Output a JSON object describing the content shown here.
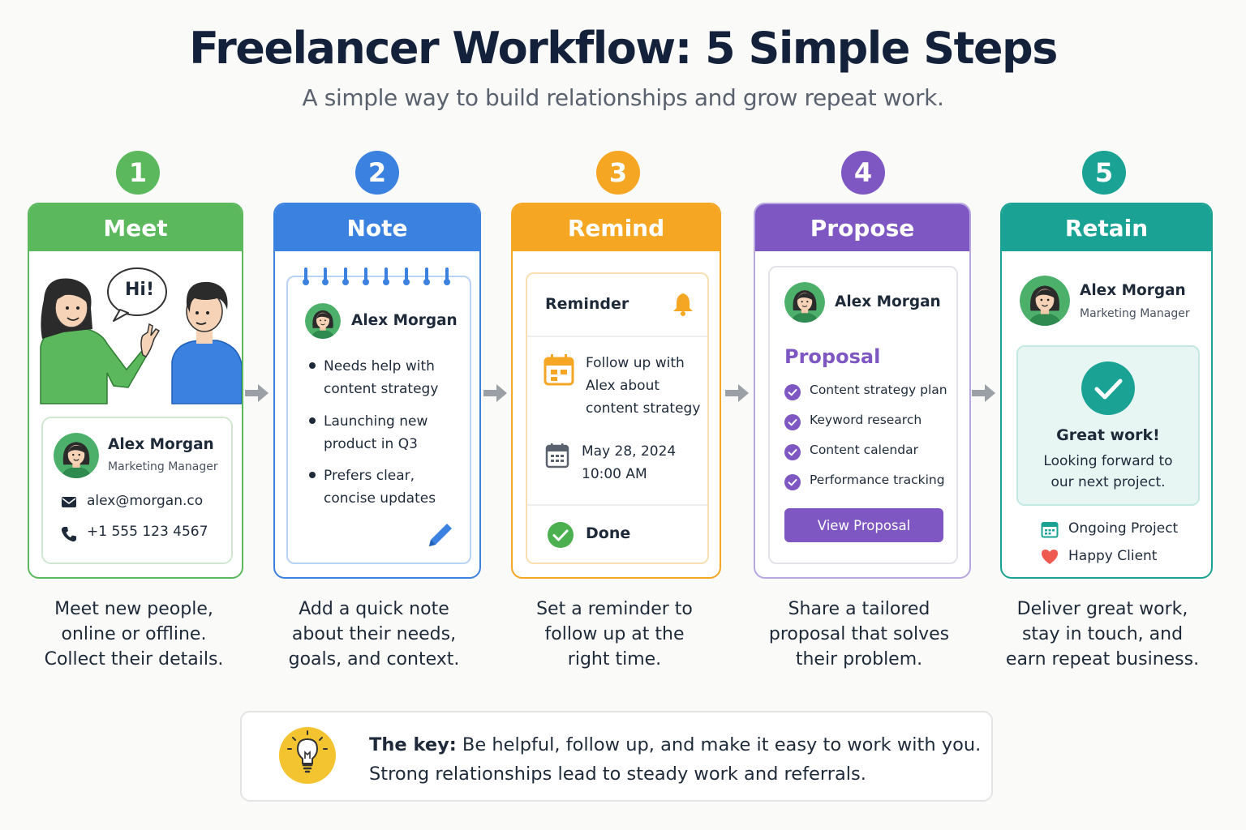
{
  "header": {
    "title": "Freelancer Workflow: 5 Simple Steps",
    "subtitle": "A simple way to build relationships and grow repeat work."
  },
  "colors": {
    "meet": "#5cb85c",
    "note": "#3b82e0",
    "remind": "#f5a623",
    "propose": "#7e57c2",
    "retain": "#1aa394",
    "arrow": "#9aa0a6"
  },
  "steps": [
    {
      "number": "1",
      "title": "Meet",
      "speech": "Hi!",
      "contact": {
        "name": "Alex Morgan",
        "role": "Marketing Manager",
        "email": "alex@morgan.co",
        "phone": "+1 555 123 4567"
      },
      "caption": [
        "Meet new people,",
        "online or offline.",
        "Collect their details."
      ]
    },
    {
      "number": "2",
      "title": "Note",
      "name": "Alex Morgan",
      "bullets": [
        [
          "Needs help with",
          "content strategy"
        ],
        [
          "Launching new",
          "product in Q3"
        ],
        [
          "Prefers clear,",
          "concise updates"
        ]
      ],
      "caption": [
        "Add a quick note",
        "about their needs,",
        "goals, and context."
      ]
    },
    {
      "number": "3",
      "title": "Remind",
      "reminder_label": "Reminder",
      "task": [
        "Follow up with",
        "Alex about",
        "content strategy"
      ],
      "date": "May 28, 2024",
      "time": "10:00 AM",
      "status": "Done",
      "caption": [
        "Set a reminder to",
        "follow up at the",
        "right time."
      ]
    },
    {
      "number": "4",
      "title": "Propose",
      "name": "Alex Morgan",
      "proposal_heading": "Proposal",
      "items": [
        "Content strategy plan",
        "Keyword research",
        "Content calendar",
        "Performance tracking"
      ],
      "button": "View Proposal",
      "caption": [
        "Share a tailored",
        "proposal that solves",
        "their problem."
      ]
    },
    {
      "number": "5",
      "title": "Retain",
      "name": "Alex Morgan",
      "role": "Marketing Manager",
      "success_title": "Great work!",
      "success_text": [
        "Looking forward to",
        "our next project."
      ],
      "tags": [
        "Ongoing Project",
        "Happy Client"
      ],
      "caption": [
        "Deliver great work,",
        "stay in touch, and",
        "earn repeat business."
      ]
    }
  ],
  "key": {
    "bold": "The key:",
    "line1": "Be helpful, follow up, and make it easy to work with you.",
    "line2": "Strong relationships lead to steady work and referrals."
  }
}
